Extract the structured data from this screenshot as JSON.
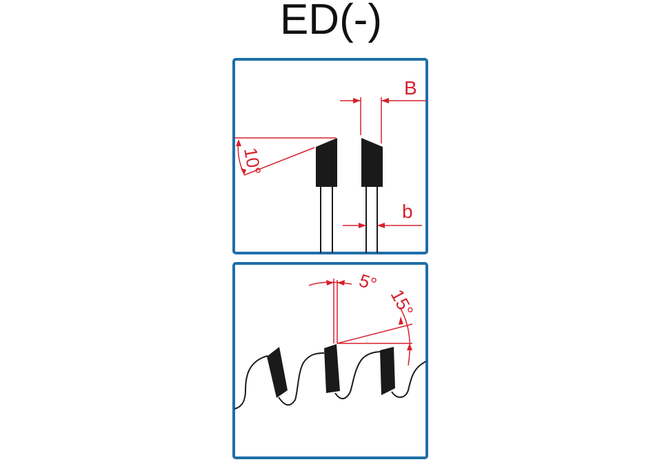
{
  "title": "ED(-)",
  "colors": {
    "frame": "#1f6ea8",
    "dimension": "#d6202d",
    "tooth": "#1a1a1a"
  },
  "top_panel": {
    "labels": {
      "width_upper": "B",
      "width_lower": "b",
      "bevel_angle": "10°"
    }
  },
  "bottom_panel": {
    "labels": {
      "hook_angle": "5°",
      "clearance_angle": "15°"
    }
  }
}
